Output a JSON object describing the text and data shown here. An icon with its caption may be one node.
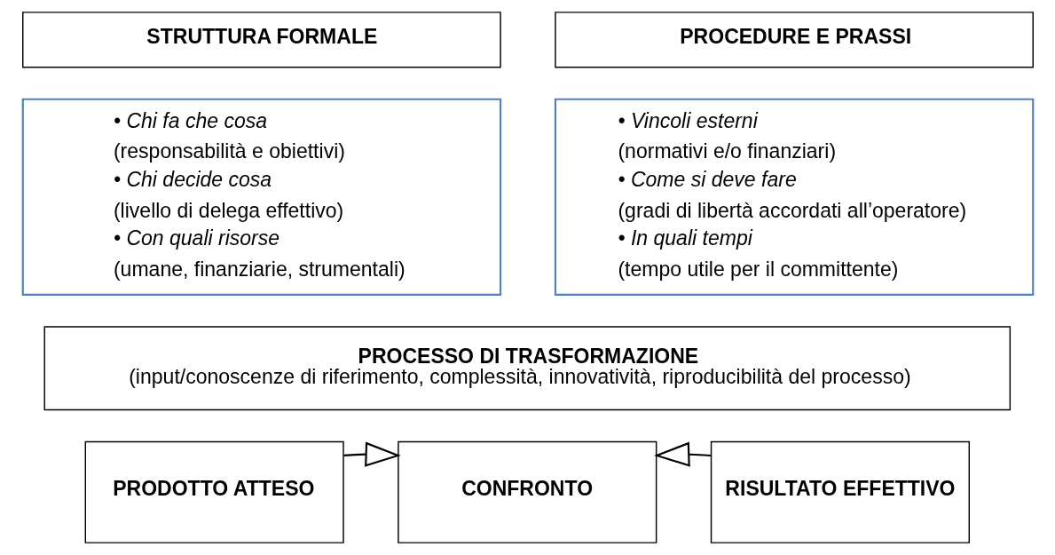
{
  "diagram": {
    "nodes": [
      {
        "text": [
          "STRUTTURA FORMALE"
        ]
      },
      {
        "text": [
          "• Chi fa che cosa",
          "(responsabilità e obiettivi)",
          "• Chi decide cosa",
          "(livello di delega effettivo)",
          "• Con quali risorse",
          "(umane, finanziarie, strumentali)"
        ]
      },
      {
        "text": [
          "PROCEDURE E PRASSI"
        ]
      },
      {
        "text": [
          "• Vincoli esterni",
          "(normativi e/o finanziari)",
          "• Come si deve fare",
          "(gradi di libertà accordati all’operatore)",
          "• In quali tempi",
          "(tempo utile per il committente)"
        ]
      },
      {
        "text": [
          "PROCESSO DI TRASFORMAZIONE",
          "(input/conoscenze di riferimento, complessità, innovatività, riproducibilità del processo)"
        ]
      },
      {
        "text": [
          "PRODOTTO ATTESO"
        ]
      },
      {
        "text": [
          "CONFRONTO"
        ]
      },
      {
        "text": [
          "RISULTATO EFFETTIVO"
        ]
      }
    ],
    "edges": [
      {
        "from": 5,
        "to": 6,
        "arrow": "to"
      },
      {
        "from": 7,
        "to": 6,
        "arrow": "to"
      }
    ]
  }
}
